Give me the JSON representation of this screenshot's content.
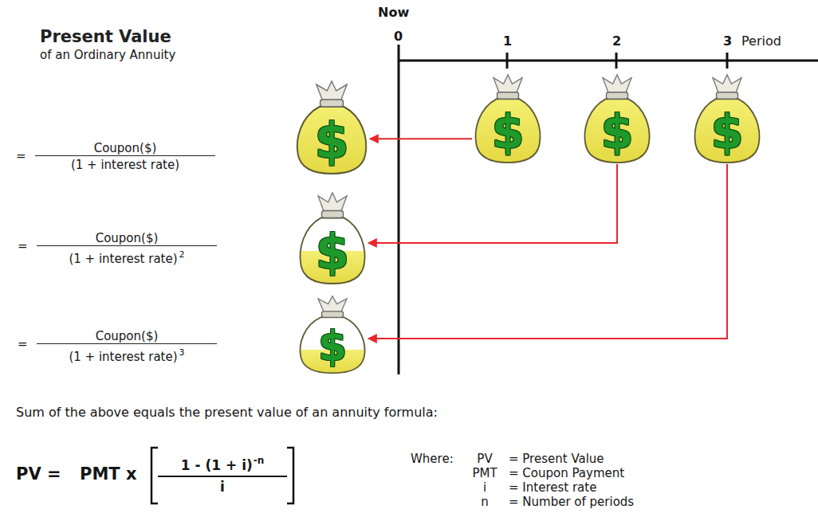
{
  "diagram": {
    "title": "Present Value",
    "nodes": [
      {
        "text": [
          "$"
        ]
      },
      {
        "text": [
          "$"
        ]
      },
      {
        "text": [
          "$"
        ]
      },
      {
        "text": [
          "$"
        ]
      },
      {
        "text": [
          "$"
        ]
      },
      {
        "text": [
          "$"
        ]
      }
    ],
    "edges": [
      {
        "from": 0,
        "to": 3,
        "arrow": "to"
      },
      {
        "from": 1,
        "to": 4,
        "arrow": "to"
      },
      {
        "from": 2,
        "to": 5,
        "arrow": "to"
      }
    ],
    "labels": [
      "of an Ordinary Annuity",
      "Now",
      "0",
      "1",
      "2",
      "3",
      "Period",
      "=",
      "Coupon($)",
      "(1 + interest rate)",
      "=",
      "Coupon($)",
      "(1 + interest rate)",
      "2",
      "=",
      "Coupon($)",
      "(1 + interest rate)",
      "3",
      "Sum of the above equals the present value of an annuity formula:",
      "PV =",
      "PMT x",
      "1 - (1 + i)",
      "-n",
      "i",
      "Where:",
      "PV",
      "= Present Value",
      "PMT",
      "= Coupon Payment",
      "i",
      "= Interest rate",
      "n",
      "= Number of periods"
    ]
  }
}
